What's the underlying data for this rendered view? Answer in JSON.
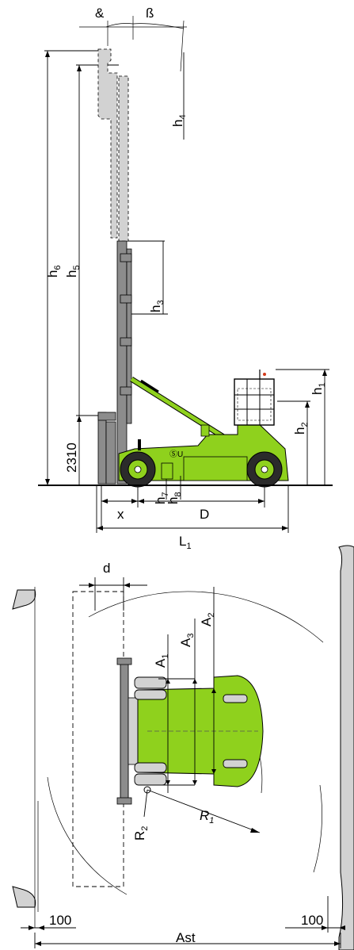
{
  "colors": {
    "body_green": "#8fd11d",
    "mast_grey": "#8c8c8c",
    "light_grey": "#d2d2d2",
    "wheel_dark": "#2b2b2b",
    "ground_black": "#000000"
  },
  "angles": {
    "forward": "&",
    "backward": "ß"
  },
  "side_view": {
    "h6": {
      "base": "h",
      "sub": "6"
    },
    "h5": {
      "base": "h",
      "sub": "5"
    },
    "h4": {
      "base": "h",
      "sub": "4"
    },
    "h3": {
      "base": "h",
      "sub": "3"
    },
    "h2": {
      "base": "h",
      "sub": "2"
    },
    "h1": {
      "base": "h",
      "sub": "1"
    },
    "h7": {
      "base": "h",
      "sub": "7"
    },
    "h8": {
      "base": "h",
      "sub": "8"
    },
    "fork_height": "2310",
    "x": "x",
    "D": "D",
    "L1": {
      "base": "L",
      "sub": "1"
    }
  },
  "top_view": {
    "d": "d",
    "A1": {
      "base": "A",
      "sub": "1"
    },
    "A2": {
      "base": "A",
      "sub": "2"
    },
    "A3": {
      "base": "A",
      "sub": "3"
    },
    "R1": {
      "base": "R",
      "sub": "1"
    },
    "R2": {
      "base": "R",
      "sub": "2"
    },
    "clear_left": "100",
    "clear_right": "100",
    "Ast": "Ast"
  }
}
